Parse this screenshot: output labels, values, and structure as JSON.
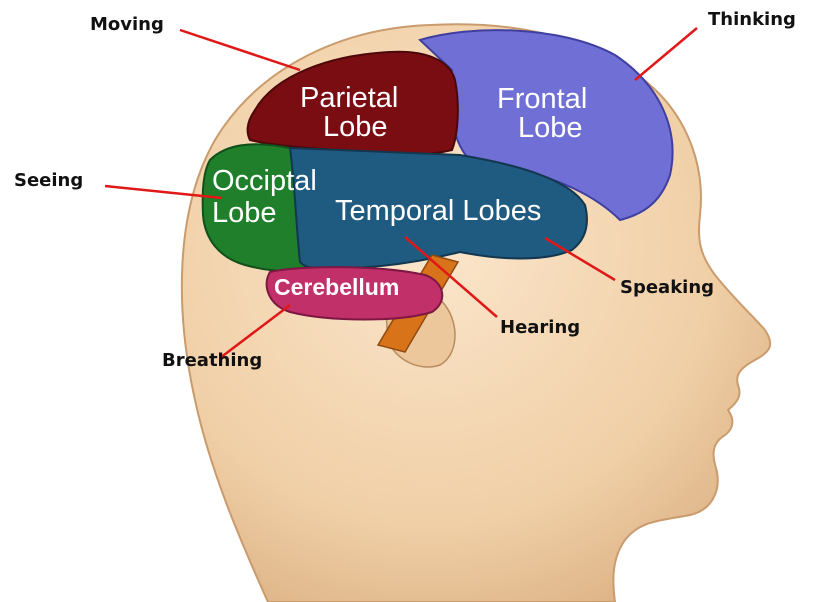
{
  "lobes": {
    "parietal": {
      "line1": "Parietal",
      "line2": "Lobe"
    },
    "frontal": {
      "line1": "Frontal",
      "line2": "Lobe"
    },
    "occipital": {
      "line1": "Occiptal",
      "line2": "Lobe"
    },
    "temporal": {
      "label": "Temporal Lobes"
    },
    "cerebellum": {
      "label": "Cerebellum"
    }
  },
  "functions": {
    "moving": "Moving",
    "thinking": "Thinking",
    "seeing": "Seeing",
    "speaking": "Speaking",
    "hearing": "Hearing",
    "breathing": "Breathing"
  },
  "colors": {
    "skin": "#f2d3ad",
    "parietal": "#7a0d12",
    "frontal": "#6f6fd6",
    "occipital": "#1f7f2a",
    "temporal": "#1f5a80",
    "cerebellum": "#c2306a",
    "brainstem": "#d9731a",
    "leader_line": "#e01818"
  }
}
